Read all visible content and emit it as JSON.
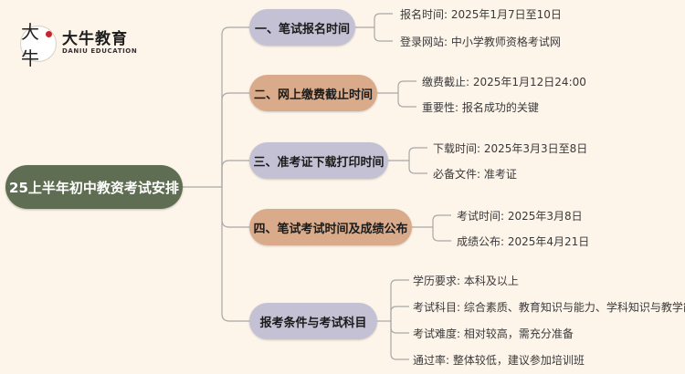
{
  "brand": {
    "logo_glyph": "大牛",
    "name_cn": "大牛教育",
    "name_en": "DANIU EDUCATION"
  },
  "root": {
    "label": "25上半年初中教资考试安排"
  },
  "branches": [
    {
      "label": "一、笔试报名时间",
      "color": "#c3c1d3",
      "leaves": [
        "报名时间: 2025年1月7日至10日",
        "登录网站: 中小学教师资格考试网"
      ]
    },
    {
      "label": "二、网上缴费截止时间",
      "color": "#d9ab8a",
      "leaves": [
        "缴费截止: 2025年1月12日24:00",
        "重要性: 报名成功的关键"
      ]
    },
    {
      "label": "三、准考证下载打印时间",
      "color": "#c3c1d3",
      "leaves": [
        "下载时间: 2025年3月3日至8日",
        "必备文件: 准考证"
      ]
    },
    {
      "label": "四、笔试考试时间及成绩公布",
      "color": "#d9ab8a",
      "leaves": [
        "考试时间: 2025年3月8日",
        "成绩公布: 2025年4月21日"
      ]
    },
    {
      "label": "报考条件与考试科目",
      "color": "#c3c1d3",
      "leaves": [
        "学历要求: 本科及以上",
        "考试科目: 综合素质、教育知识与能力、学科知识与教学能力",
        "考试难度: 相对较高，需充分准备",
        "通过率: 整体较低，建议参加培训班"
      ]
    }
  ]
}
